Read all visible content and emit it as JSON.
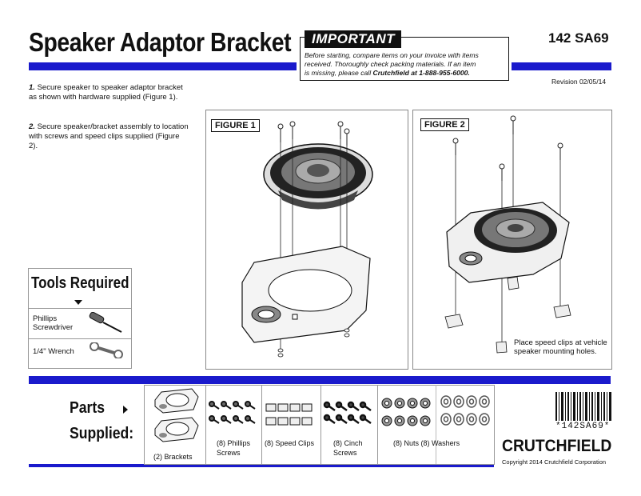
{
  "header": {
    "title": "Speaker Adaptor Bracket",
    "model": "142 SA69",
    "revision": "Revision 02/05/14"
  },
  "important": {
    "tag": "IMPORTANT",
    "line1": "Before starting, compare items on your invoice with items",
    "line2": "received.  Thoroughly check packing materials.  If an item",
    "line3_prefix": "is missing, please call ",
    "line3_bold": "Crutchfield at 1-888-955-6000."
  },
  "steps": [
    {
      "num": "1.",
      "text": "Secure speaker to speaker adaptor bracket as shown with hardware supplied (Figure 1)."
    },
    {
      "num": "2.",
      "text": "Secure speaker/bracket assembly to location with screws and speed clips supplied (Figure 2)."
    }
  ],
  "figures": {
    "fig1_label": "FIGURE 1",
    "fig2_label": "FIGURE 2",
    "fig2_note_line1": "Place speed clips at vehicle",
    "fig2_note_line2": "speaker mounting holes."
  },
  "tools": {
    "title": "Tools Required",
    "items": [
      {
        "line1": "Phillips",
        "line2": "Screwdriver",
        "icon": "screwdriver-icon"
      },
      {
        "line1": "1/4\" Wrench",
        "line2": "",
        "icon": "wrench-icon"
      }
    ]
  },
  "parts": {
    "title_line1": "Parts",
    "title_line2": "Supplied:",
    "items": [
      {
        "line1": "(2) Brackets",
        "line2": ""
      },
      {
        "line1": "(8) Phillips",
        "line2": "Screws"
      },
      {
        "line1": "(8) Speed Clips",
        "line2": ""
      },
      {
        "line1": "(8) Cinch",
        "line2": "Screws"
      },
      {
        "line1": "(8) Nuts (8) Washers",
        "line2": ""
      }
    ]
  },
  "footer": {
    "barcode_text": "*142SA69*",
    "brand": "CRUTCHFIELD",
    "copyright": "Copyright 2014  Crutchfield Corporation"
  },
  "colors": {
    "accent_blue": "#1a1acc",
    "text": "#111111"
  }
}
